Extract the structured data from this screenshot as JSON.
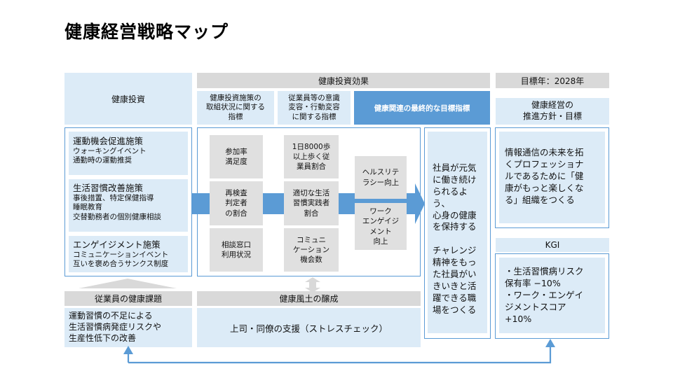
{
  "title": "健康経営戦略マップ",
  "headers": {
    "investment": "健康投資",
    "effects": "健康投資効果",
    "target_year": "目標年：2028年",
    "sub1": "健康投資施策の\n取組状況に関する\n指標",
    "sub2": "従業員等の意識\n変容・行動変容\nに関する指標",
    "sub3": "健康関連の最終的な目標指標",
    "policy": "健康経営の\n推進方針・目標"
  },
  "investments": [
    {
      "title": "運動機会促進施策",
      "lines": [
        "ウォーキングイベント",
        "通勤時の運動推奨"
      ]
    },
    {
      "title": "生活習慣改善施策",
      "lines": [
        "事後措置、特定保健指導",
        "睡眠教育",
        "交替勤務者の個別健康相談"
      ]
    },
    {
      "title": "エンゲイジメント施策",
      "lines": [
        "コミュニケーションイベント",
        "互いを褒め合うサンクス制度"
      ]
    }
  ],
  "col1": [
    "参加率\n満足度",
    "再検査\n判定者\nの割合",
    "相談窓口\n利用状況"
  ],
  "col2": [
    "1日8000歩\n以上歩く従\n業員割合",
    "適切な生活\n習慣実践者\n割合",
    "コミュニ\nケーション\n機会数"
  ],
  "col3": [
    "ヘルスリテ\nラシー向上",
    "ワーク\nエンゲイジ\nメント\n向上"
  ],
  "final_goal": "社員が元気\nに働き続け\nられるよう、\n心身の健康\nを保持する\n\nチャレンジ\n精神をもっ\nた社員がい\nきいきと活\n躍できる職\n場をつくる",
  "policy_text": "情報通信の未来を拓\nくプロフェッショナ\nルであるために「健\n康がもっと楽しくな\nる」組織をつくる",
  "kgi": {
    "header": "KGI",
    "text": "・生活習慣病リスク\n保有率 −10%\n・ワーク・エンゲイ\nジメントスコア\n+10%"
  },
  "issues": {
    "header": "従業員の健康課題",
    "text": "運動習慣の不足による\n生活習慣病発症リスクや\n生産性低下の改善"
  },
  "culture": {
    "header": "健康風土の醸成",
    "text": "上司・同僚の支援（ストレスチェック）"
  },
  "colors": {
    "accent": "#5b9bd5",
    "light": "#dcebf7",
    "gray": "#d9d9d9",
    "box_gray": "#e0e0e0"
  }
}
